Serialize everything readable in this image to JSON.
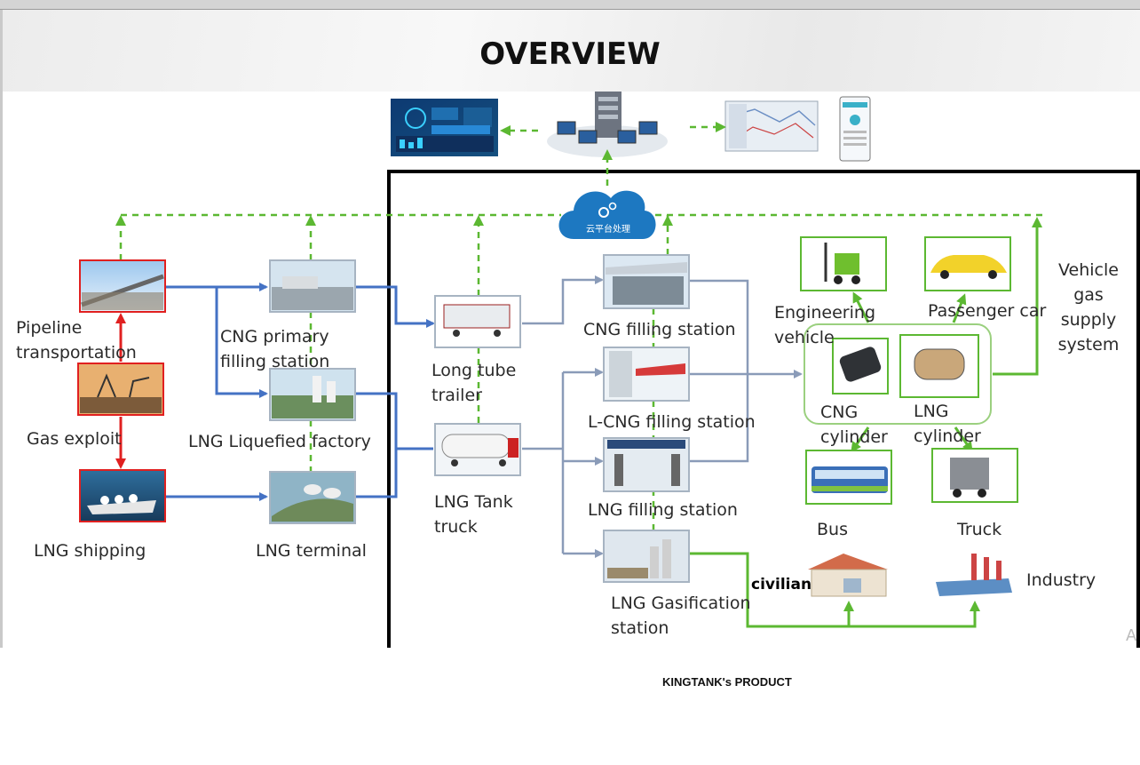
{
  "page_title": "OVERVIEW",
  "cloud_label": "云平台处理",
  "footer": "KINGTANK's PRODUCT",
  "corner_mark": "A",
  "colors": {
    "supply_arrow": "#4472c4",
    "source_arrow": "#e02020",
    "data_link": "#5cb832",
    "station_line": "#8a9bb8",
    "group_border": "#000000"
  },
  "nodes": {
    "pipeline": "Pipeline transportation",
    "gas_exploit": "Gas exploit",
    "lng_shipping": "LNG shipping",
    "cng_primary": "CNG primary filling station",
    "lng_factory": "LNG Liquefied factory",
    "lng_terminal": "LNG terminal",
    "long_tube": "Long tube trailer",
    "lng_tank": "LNG Tank truck",
    "cng_station": "CNG filling station",
    "lcng_station": "L-CNG filling station",
    "lng_station": "LNG filling station",
    "lng_gasification": "LNG Gasification station",
    "engineering_vehicle": "Engineering vehicle",
    "passenger_car": "Passenger car",
    "vehicle_gas_supply": "Vehicle gas supply system",
    "cng_cylinder": "CNG cylinder",
    "lng_cylinder": "LNG cylinder",
    "bus": "Bus",
    "truck": "Truck",
    "civilian": "civilian",
    "industry": "Industry"
  }
}
